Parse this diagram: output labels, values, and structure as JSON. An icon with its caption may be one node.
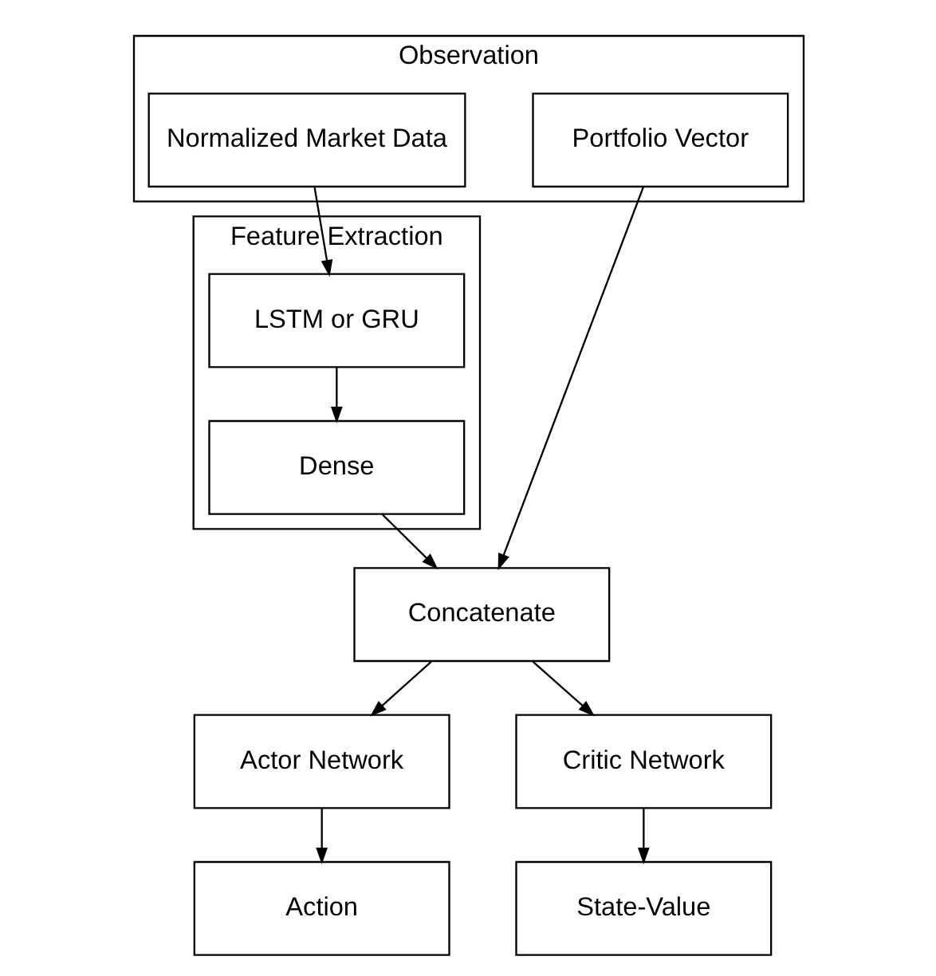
{
  "diagram": {
    "nodes": [
      {
        "text": [
          "Observation"
        ]
      },
      {
        "text": [
          "Normalized Market Data"
        ],
        "in": 0
      },
      {
        "text": [
          "Portfolio Vector"
        ],
        "in": 0
      },
      {
        "text": [
          "Feature Extraction"
        ]
      },
      {
        "text": [
          "LSTM or GRU"
        ],
        "in": 3
      },
      {
        "text": [
          "Dense"
        ],
        "in": 3
      },
      {
        "text": [
          "Concatenate"
        ]
      },
      {
        "text": [
          "Actor Network"
        ]
      },
      {
        "text": [
          "Critic Network"
        ]
      },
      {
        "text": [
          "Action"
        ]
      },
      {
        "text": [
          "State-Value"
        ]
      }
    ],
    "edges": [
      {
        "from": 1,
        "to": 4,
        "arrow": "to"
      },
      {
        "from": 4,
        "to": 5,
        "arrow": "to"
      },
      {
        "from": 5,
        "to": 6,
        "arrow": "to"
      },
      {
        "from": 2,
        "to": 6,
        "arrow": "to"
      },
      {
        "from": 6,
        "to": 7,
        "arrow": "to"
      },
      {
        "from": 6,
        "to": 8,
        "arrow": "to"
      },
      {
        "from": 7,
        "to": 9,
        "arrow": "to"
      },
      {
        "from": 8,
        "to": 10,
        "arrow": "to"
      }
    ]
  }
}
